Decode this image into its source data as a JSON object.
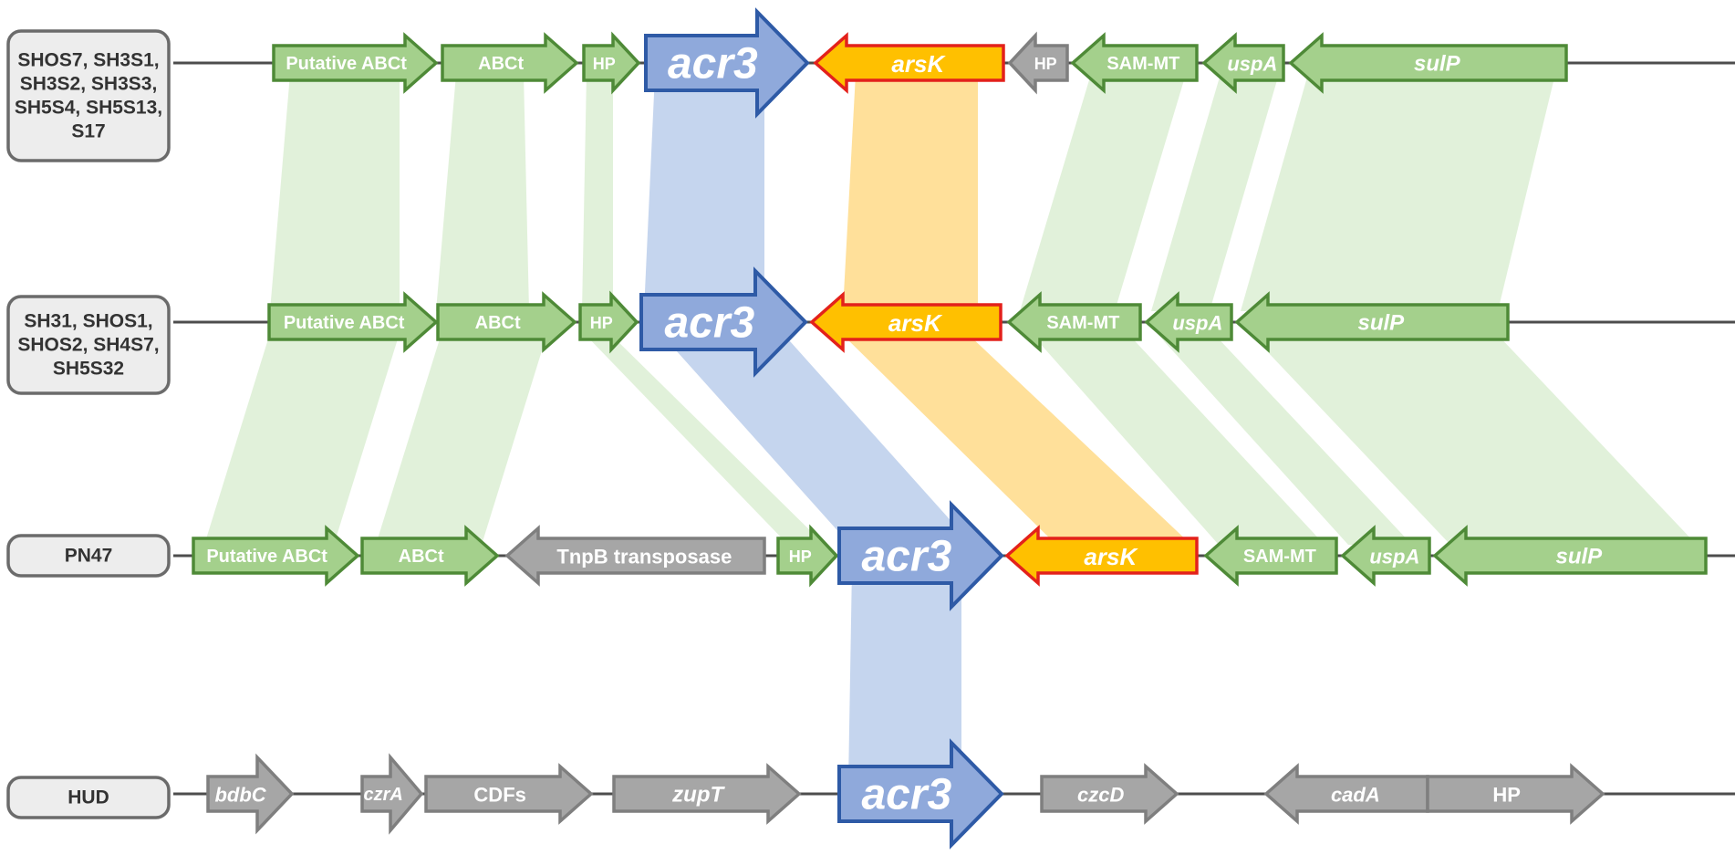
{
  "colors": {
    "green_fill": "#A4D08C",
    "green_stroke": "#4E8A37",
    "blue_fill": "#8FA9DB",
    "blue_stroke": "#2E5AA6",
    "orange_fill": "#FFC000",
    "orange_stroke": "#E3211B",
    "gray_fill": "#A6A6A6",
    "gray_stroke": "#7F7F7F",
    "green_band": "#DCEFD3",
    "blue_band": "#BFD0EC",
    "orange_band": "#FFDD8F",
    "backbone": "#4D4D4D",
    "label_box_fill": "#EDEDED",
    "label_box_stroke": "#6B6B6B"
  },
  "strains": [
    {
      "id": "row1",
      "label_lines": [
        "SHOS7, SH3S1,",
        "SH3S2, SH3S3,",
        "SH5S4, SH5S13,",
        "S17"
      ],
      "genes": [
        {
          "name": "Putative ABCt",
          "dir": "right",
          "color": "green",
          "italic": false
        },
        {
          "name": "ABCt",
          "dir": "right",
          "color": "green",
          "italic": false
        },
        {
          "name": "HP",
          "dir": "right",
          "color": "green",
          "italic": false
        },
        {
          "name": "acr3",
          "dir": "right",
          "color": "blue",
          "italic": true
        },
        {
          "name": "arsK",
          "dir": "left",
          "color": "orange",
          "italic": true
        },
        {
          "name": "HP",
          "dir": "left",
          "color": "gray",
          "italic": false
        },
        {
          "name": "SAM-MT",
          "dir": "left",
          "color": "green",
          "italic": false
        },
        {
          "name": "uspA",
          "dir": "left",
          "color": "green",
          "italic": true
        },
        {
          "name": "sulP",
          "dir": "left",
          "color": "green",
          "italic": true
        }
      ]
    },
    {
      "id": "row2",
      "label_lines": [
        "SH31, SHOS1,",
        "SHOS2, SH4S7,",
        "SH5S32"
      ],
      "genes": [
        {
          "name": "Putative ABCt",
          "dir": "right",
          "color": "green",
          "italic": false
        },
        {
          "name": "ABCt",
          "dir": "right",
          "color": "green",
          "italic": false
        },
        {
          "name": "HP",
          "dir": "right",
          "color": "green",
          "italic": false
        },
        {
          "name": "acr3",
          "dir": "right",
          "color": "blue",
          "italic": true
        },
        {
          "name": "arsK",
          "dir": "left",
          "color": "orange",
          "italic": true
        },
        {
          "name": "SAM-MT",
          "dir": "left",
          "color": "green",
          "italic": false
        },
        {
          "name": "uspA",
          "dir": "left",
          "color": "green",
          "italic": true
        },
        {
          "name": "sulP",
          "dir": "left",
          "color": "green",
          "italic": true
        }
      ]
    },
    {
      "id": "row3",
      "label_lines": [
        "PN47"
      ],
      "genes": [
        {
          "name": "Putative ABCt",
          "dir": "right",
          "color": "green",
          "italic": false
        },
        {
          "name": "ABCt",
          "dir": "right",
          "color": "green",
          "italic": false
        },
        {
          "name": "TnpB transposase",
          "dir": "left",
          "color": "gray",
          "italic": false
        },
        {
          "name": "HP",
          "dir": "right",
          "color": "green",
          "italic": false
        },
        {
          "name": "acr3",
          "dir": "right",
          "color": "blue",
          "italic": true
        },
        {
          "name": "arsK",
          "dir": "left",
          "color": "orange",
          "italic": true
        },
        {
          "name": "SAM-MT",
          "dir": "left",
          "color": "green",
          "italic": false
        },
        {
          "name": "uspA",
          "dir": "left",
          "color": "green",
          "italic": true
        },
        {
          "name": "sulP",
          "dir": "left",
          "color": "green",
          "italic": true
        }
      ]
    },
    {
      "id": "row4",
      "label_lines": [
        "HUD"
      ],
      "genes": [
        {
          "name": "bdbC",
          "dir": "right",
          "color": "gray",
          "italic": true
        },
        {
          "name": "czrA",
          "dir": "right",
          "color": "gray",
          "italic": true
        },
        {
          "name": "CDFs",
          "dir": "right",
          "color": "gray",
          "italic": false
        },
        {
          "name": "zupT",
          "dir": "right",
          "color": "gray",
          "italic": true
        },
        {
          "name": "acr3",
          "dir": "right",
          "color": "blue",
          "italic": true
        },
        {
          "name": "czcD",
          "dir": "right",
          "color": "gray",
          "italic": true
        },
        {
          "name": "cadA",
          "dir": "left",
          "color": "gray",
          "italic": true
        },
        {
          "name": "HP",
          "dir": "right",
          "color": "gray",
          "italic": false
        }
      ]
    }
  ]
}
